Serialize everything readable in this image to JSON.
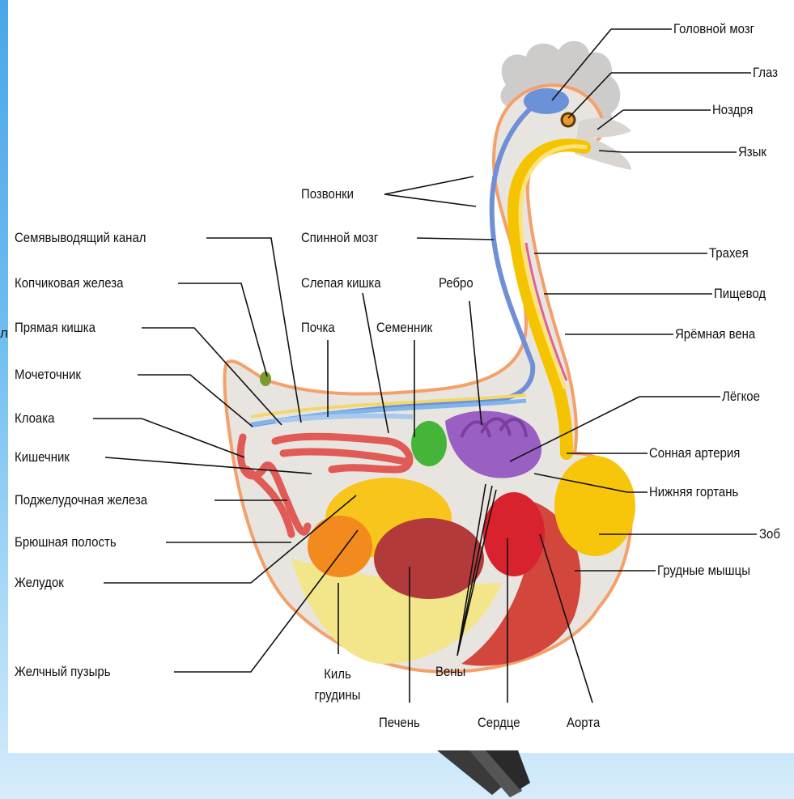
{
  "edge_fragment": "л",
  "labels": {
    "brain": "Головной мозг",
    "eye": "Глаз",
    "nostril": "Ноздря",
    "tongue": "Язык",
    "vertebrae": "Позвонки",
    "spinal_cord": "Спинной мозг",
    "trachea": "Трахея",
    "esophagus": "Пищевод",
    "jugular_vein": "Ярёмная вена",
    "lung": "Лёгкое",
    "carotid_artery": "Сонная артерия",
    "syrinx": "Нижняя гортань",
    "crop": "Зоб",
    "pectoral_muscles": "Грудные мышцы",
    "vas_deferens": "Семявыводящий канал",
    "uropygial_gland": "Копчиковая железа",
    "rectum": "Прямая кишка",
    "ureter": "Мочеточник",
    "cloaca": "Клоака",
    "intestine": "Кишечник",
    "pancreas": "Поджелудочная железа",
    "abdominal_cavity": "Брюшная полость",
    "stomach": "Желудок",
    "gallbladder": "Желчный пузырь",
    "cecum": "Слепая кишка",
    "rib": "Ребро",
    "kidney": "Почка",
    "testis": "Семенник",
    "keel": "Киль грудины",
    "veins": "Вены",
    "liver": "Печень",
    "heart": "Сердце",
    "aorta": "Аорта"
  },
  "colors": {
    "background_sky": "#5fb3ee",
    "panel": "#ffffff",
    "body_outline": "#f4a06a",
    "body_fill": "#e9e6e1",
    "trachea": "#f5c400",
    "liver": "#b33a3a",
    "heart": "#d8232e",
    "crop": "#f7c60a",
    "lung": "#9a5fc2",
    "stomach": "#f8c51c",
    "muscle": "#d2463c",
    "testis": "#45b53a",
    "brain": "#6a92d8"
  }
}
